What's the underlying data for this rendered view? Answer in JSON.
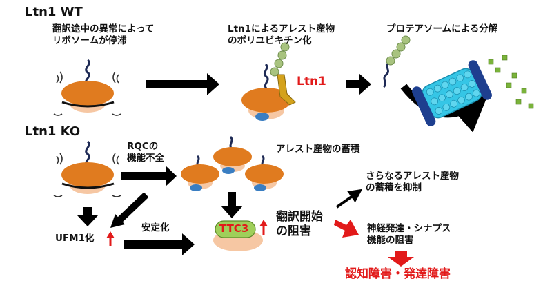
{
  "wt": {
    "title": "Ltn1 WT",
    "caption1": [
      "翻訳途中の異常によって",
      "リボソームが停滞"
    ],
    "caption2": [
      "Ltn1によるアレスト産物",
      "のポリユビキチン化"
    ],
    "caption3": "プロテアソームによる分解",
    "ltn1_label": "Ltn1"
  },
  "ko": {
    "title": "Ltn1 KO",
    "rqc": [
      "RQCの",
      "機能不全"
    ],
    "arrest_accum": "アレスト産物の蓄積",
    "ufm1": "UFM1化",
    "stabilize": "安定化",
    "ttc3": "TTC3",
    "translation_block": [
      "翻訳開始",
      "の阻害"
    ],
    "suppress": [
      "さらなるアレスト産物",
      "の蓄積を抑制"
    ],
    "neuro": [
      "神経発達・シナプス",
      "機能の阻害"
    ],
    "outcome": "認知障害・発達障害"
  },
  "colors": {
    "ribosome_large": "#e07b1f",
    "ribosome_small": "#f6c7a3",
    "ubiquitin": "#a8c37f",
    "ltn1_protein": "#d4a21c",
    "proteasome": "#35c6e6",
    "proteasome_cap": "#1e3f8f",
    "degraded_peptide": "#7ab33a",
    "ttc3_box": "#9fcf5a",
    "alert_red": "#e21a1a",
    "arrow_black": "#000000"
  },
  "icons": [
    "ribosome-icon",
    "ubiquitin-chain-icon",
    "proteasome-icon",
    "peptide-fragment-icon",
    "up-arrow-icon"
  ]
}
